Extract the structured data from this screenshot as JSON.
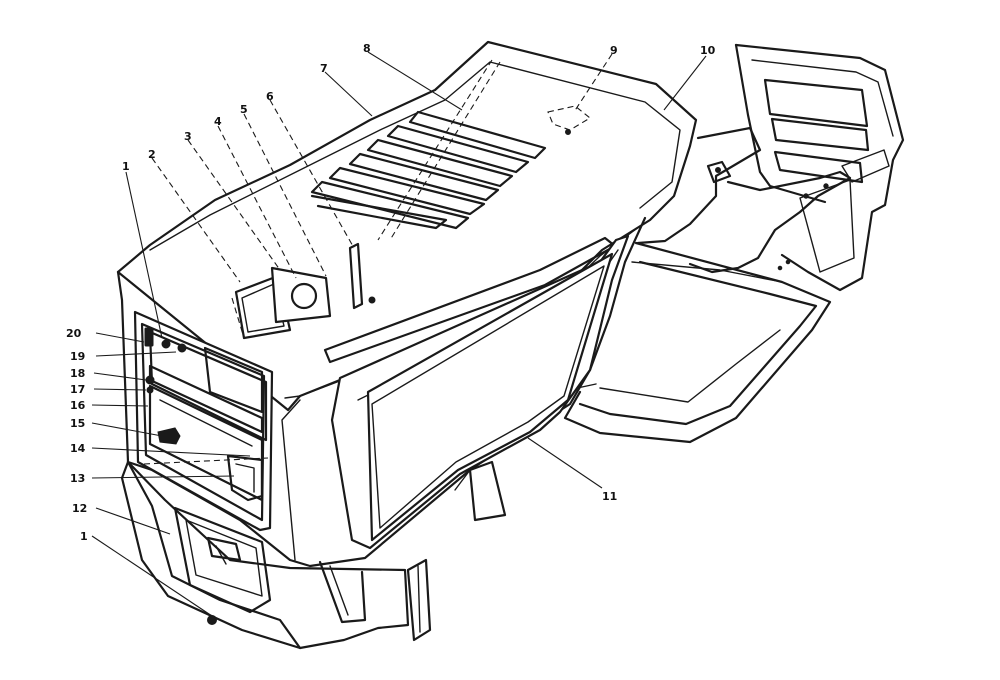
{
  "callouts": [
    {
      "id": "c1a",
      "label": "1"
    },
    {
      "id": "c2",
      "label": "2"
    },
    {
      "id": "c3",
      "label": "3"
    },
    {
      "id": "c4",
      "label": "4"
    },
    {
      "id": "c5",
      "label": "5"
    },
    {
      "id": "c6",
      "label": "6"
    },
    {
      "id": "c7",
      "label": "7"
    },
    {
      "id": "c8",
      "label": "8"
    },
    {
      "id": "c9",
      "label": "9"
    },
    {
      "id": "c10",
      "label": "10"
    },
    {
      "id": "c11",
      "label": "11"
    },
    {
      "id": "c12",
      "label": "12"
    },
    {
      "id": "c13",
      "label": "13"
    },
    {
      "id": "c14",
      "label": "14"
    },
    {
      "id": "c15",
      "label": "15"
    },
    {
      "id": "c16",
      "label": "16"
    },
    {
      "id": "c17",
      "label": "17"
    },
    {
      "id": "c18",
      "label": "18"
    },
    {
      "id": "c19",
      "label": "19"
    },
    {
      "id": "c20",
      "label": "20"
    },
    {
      "id": "c1b",
      "label": "1"
    }
  ]
}
